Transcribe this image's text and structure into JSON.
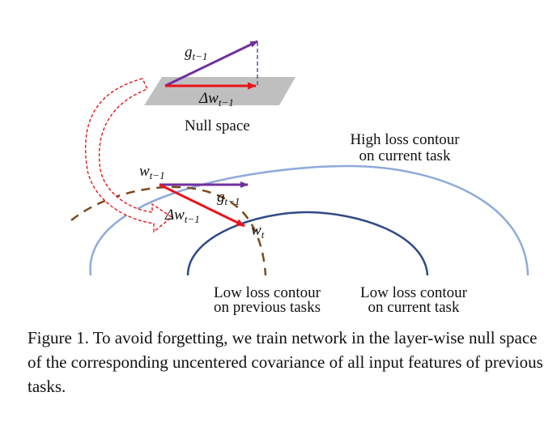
{
  "figure": {
    "labels": {
      "g_top_base": "g",
      "g_top_sub": "t−1",
      "dw_top_base": "Δw",
      "dw_top_sub": "t−1",
      "null_space": "Null space",
      "high_loss_line1": "High loss contour",
      "high_loss_line2": "on current task",
      "w_prev_base": "w",
      "w_prev_sub": "t−1",
      "g_mid_base": "g",
      "g_mid_sub": "t−1",
      "dw_mid_base": "Δw",
      "dw_mid_sub": "t−1",
      "wt_base": "w",
      "wt_sub": "t",
      "low_prev_line1": "Low loss contour",
      "low_prev_line2": "on previous tasks",
      "low_cur_line1": "Low loss contour",
      "low_cur_line2": "on current task"
    },
    "colors": {
      "gradient_arrow": "#7030a0",
      "update_arrow": "#e8141b",
      "null_space_fill": "#bfbfbf",
      "high_loss_contour": "#8eaadb",
      "low_loss_current": "#2e4a86",
      "low_loss_previous": "#7b4a1e",
      "mapping_arrow": "#e8141b"
    }
  },
  "caption": "Figure 1. To avoid forgetting, we train network in the layer-wise null space of the corresponding uncentered covariance of all input features of previous tasks."
}
